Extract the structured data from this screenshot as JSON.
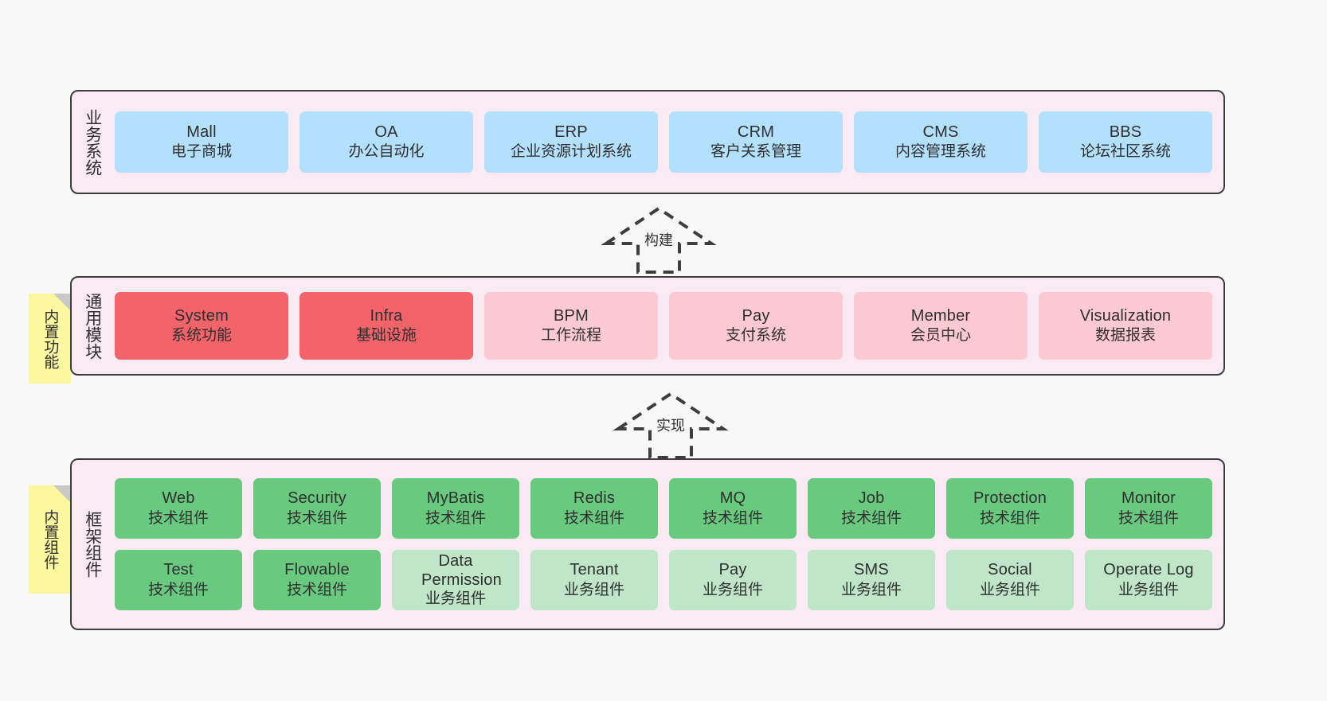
{
  "diagram": {
    "background_color": "#f8f8f8",
    "layer_fill": "#f9eaf4",
    "layer_border": "#3d3d3d"
  },
  "layers": [
    {
      "id": "business",
      "title": "业务系统",
      "box_color": "#b3e0fc",
      "boxes": [
        {
          "en": "Mall",
          "cn": "电子商城"
        },
        {
          "en": "OA",
          "cn": "办公自动化"
        },
        {
          "en": "ERP",
          "cn": "企业资源计划系统"
        },
        {
          "en": "CRM",
          "cn": "客户关系管理"
        },
        {
          "en": "CMS",
          "cn": "内容管理系统"
        },
        {
          "en": "BBS",
          "cn": "论坛社区系统"
        }
      ]
    },
    {
      "id": "modules",
      "title": "通用模块",
      "note": "内置功能",
      "note_color": "#fcf8a0",
      "boxes": [
        {
          "en": "System",
          "cn": "系统功能",
          "color": "#f2636a"
        },
        {
          "en": "Infra",
          "cn": "基础设施",
          "color": "#f2636a"
        },
        {
          "en": "BPM",
          "cn": "工作流程",
          "color": "#fdc9d3"
        },
        {
          "en": "Pay",
          "cn": "支付系统",
          "color": "#fdc9d3"
        },
        {
          "en": "Member",
          "cn": "会员中心",
          "color": "#fdc9d3"
        },
        {
          "en": "Visualization",
          "cn": "数据报表",
          "color": "#fdc9d3"
        }
      ]
    },
    {
      "id": "framework",
      "title": "框架组件",
      "note": "内置组件",
      "note_color": "#fcf8a0",
      "rows": [
        [
          {
            "en": "Web",
            "cn": "技术组件",
            "color": "#69c97e"
          },
          {
            "en": "Security",
            "cn": "技术组件",
            "color": "#69c97e"
          },
          {
            "en": "MyBatis",
            "cn": "技术组件",
            "color": "#69c97e"
          },
          {
            "en": "Redis",
            "cn": "技术组件",
            "color": "#69c97e"
          },
          {
            "en": "MQ",
            "cn": "技术组件",
            "color": "#69c97e"
          },
          {
            "en": "Job",
            "cn": "技术组件",
            "color": "#69c97e"
          },
          {
            "en": "Protection",
            "cn": "技术组件",
            "color": "#69c97e"
          },
          {
            "en": "Monitor",
            "cn": "技术组件",
            "color": "#69c97e"
          }
        ],
        [
          {
            "en": "Test",
            "cn": "技术组件",
            "color": "#69c97e"
          },
          {
            "en": "Flowable",
            "cn": "技术组件",
            "color": "#69c97e"
          },
          {
            "en": "Data Permission",
            "cn": "业务组件",
            "color": "#bfe6c8"
          },
          {
            "en": "Tenant",
            "cn": "业务组件",
            "color": "#bfe6c8"
          },
          {
            "en": "Pay",
            "cn": "业务组件",
            "color": "#bfe6c8"
          },
          {
            "en": "SMS",
            "cn": "业务组件",
            "color": "#bfe6c8"
          },
          {
            "en": "Social",
            "cn": "业务组件",
            "color": "#bfe6c8"
          },
          {
            "en": "Operate Log",
            "cn": "业务组件",
            "color": "#bfe6c8"
          }
        ]
      ]
    }
  ],
  "arrows": [
    {
      "id": "build",
      "label": "构建",
      "direction": "up",
      "style": "dashed-hollow"
    },
    {
      "id": "implement",
      "label": "实现",
      "direction": "up",
      "style": "dashed-hollow"
    }
  ]
}
